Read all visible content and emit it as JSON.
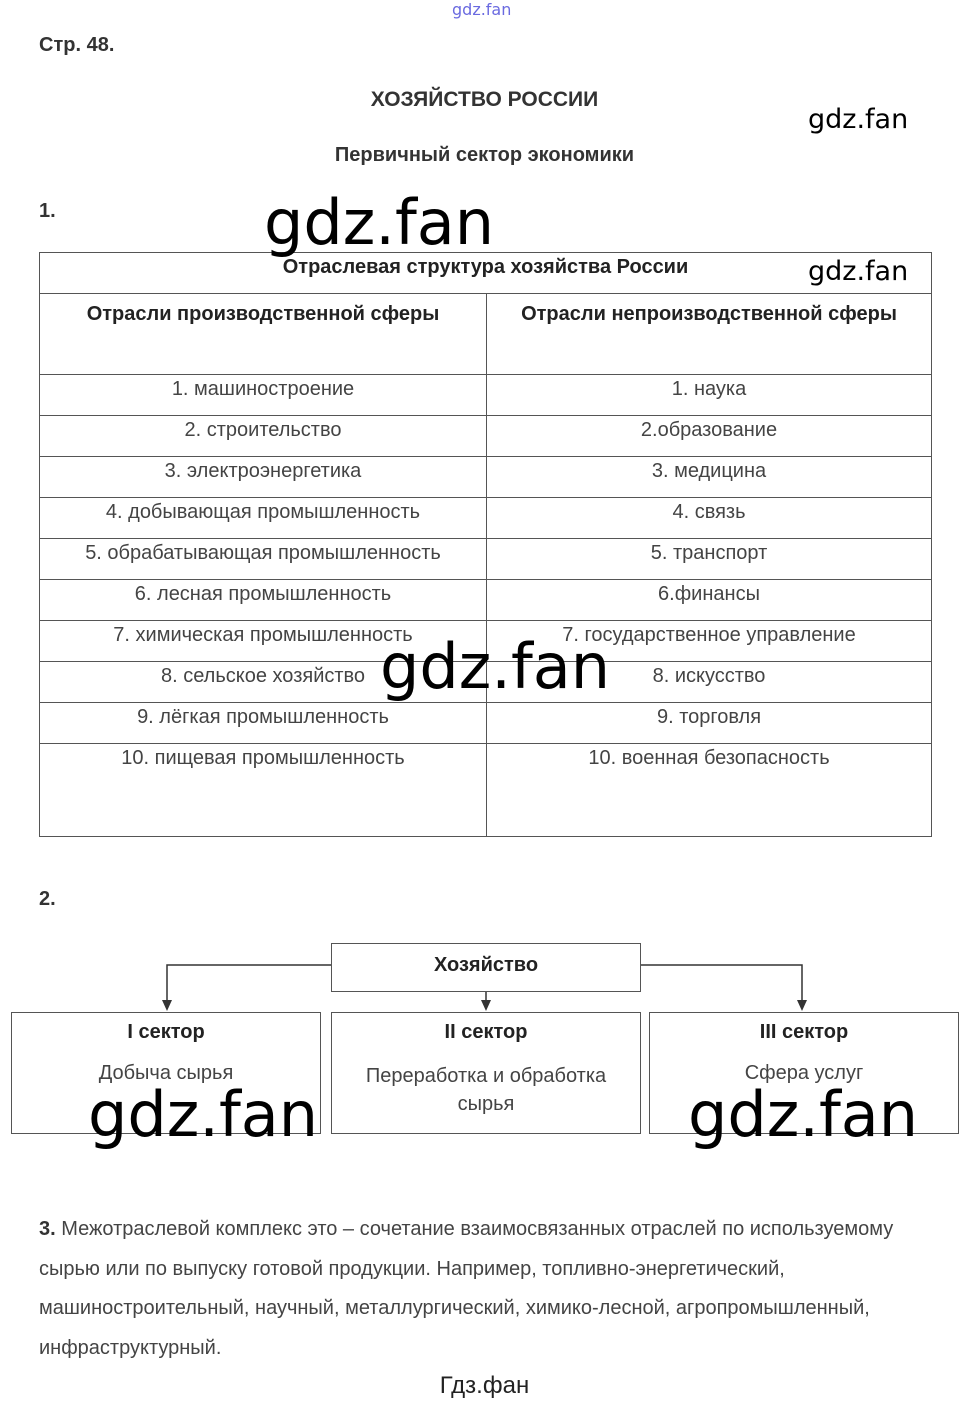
{
  "watermark_top": "gdz.fan",
  "page_label": "Стр. 48.",
  "title": "ХОЗЯЙСТВО РОССИИ",
  "subtitle": "Первичный сектор экономики",
  "task1": {
    "number": "1.",
    "table_title": "Отраслевая структура хозяйства России",
    "headers": [
      "Отрасли производственной сферы",
      "Отрасли непроизводственной сферы"
    ],
    "rows": [
      [
        "1. машиностроение",
        "1. наука"
      ],
      [
        "2. строительство",
        "2.образование"
      ],
      [
        "3. электроэнергетика",
        "3. медицина"
      ],
      [
        "4. добывающая промышленность",
        "4. связь"
      ],
      [
        "5. обрабатывающая промышленность",
        "5. транспорт"
      ],
      [
        "6. лесная промышленность",
        "6.финансы"
      ],
      [
        "7. химическая промышленность",
        "7. государственное управление"
      ],
      [
        "8. сельское хозяйство",
        "8. искусство"
      ],
      [
        "9. лёгкая промышленность",
        "9. торговля"
      ],
      [
        "10. пищевая промышленность",
        "10. военная безопасность"
      ]
    ]
  },
  "task2": {
    "number": "2.",
    "root": "Хозяйство",
    "sectors": [
      {
        "title": "I сектор",
        "desc": "Добыча сырья"
      },
      {
        "title": "II сектор",
        "desc": "Переработка и обработка сырья"
      },
      {
        "title": "III сектор",
        "desc": "Сфера услуг"
      }
    ]
  },
  "task3": {
    "number": "3.",
    "text": "Межотраслевой комплекс это – сочетание взаимосвязанных отраслей по используемому сырью или по выпуску готовой продукции. Например, топливно-энергетический, машиностроительный, научный, металлургический, химико-лесной, агропромышленный, инфраструктурный."
  },
  "footer": "Гдз.фан",
  "watermark": "gdz.fan"
}
